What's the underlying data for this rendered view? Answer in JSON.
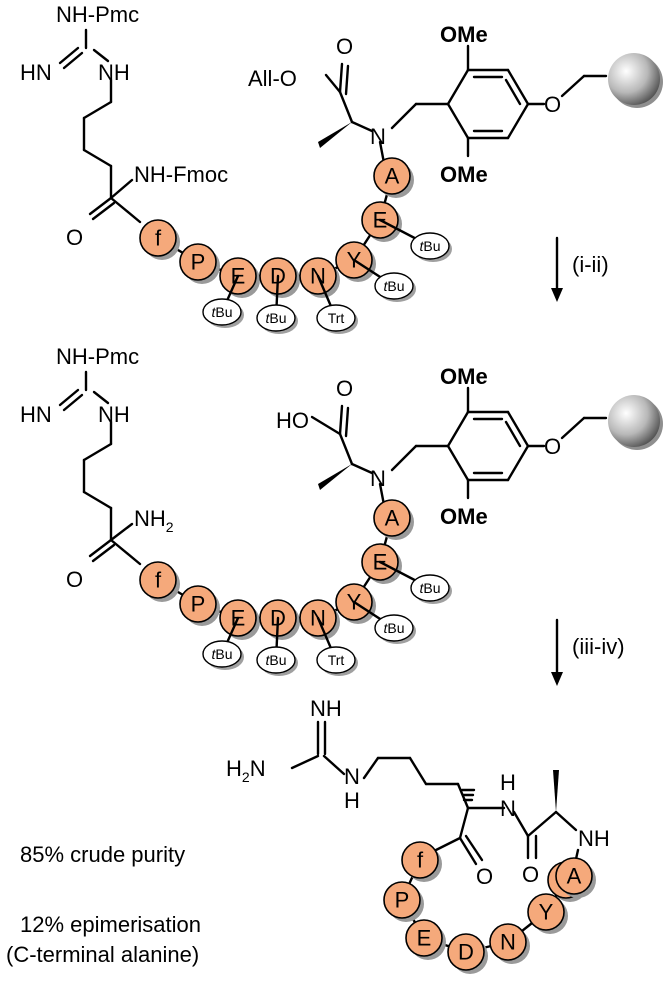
{
  "colors": {
    "residue_fill": "#f5a97b",
    "bead_dark": "#444444",
    "bead_light": "#ffffff"
  },
  "structure1": {
    "nh_pmc": "NH-Pmc",
    "hn": "HN",
    "nh": "NH",
    "nh_fmoc": "NH-Fmoc",
    "carbonyl_o": "O",
    "ester_o": "O",
    "all_o": "All-O",
    "n": "N",
    "ome_top": "OMe",
    "ome_bottom": "OMe",
    "ether_o": "O",
    "residues": [
      "f",
      "P",
      "E",
      "D",
      "N",
      "Y",
      "E",
      "A"
    ],
    "protecting_groups": [
      {
        "italic": "t",
        "rest": "Bu"
      },
      {
        "italic": "t",
        "rest": "Bu"
      },
      {
        "italic": "",
        "rest": "Trt"
      },
      {
        "italic": "t",
        "rest": "Bu"
      },
      {
        "italic": "t",
        "rest": "Bu"
      }
    ]
  },
  "structure2": {
    "nh_pmc": "NH-Pmc",
    "hn": "HN",
    "nh": "NH",
    "nh2_main": "NH",
    "nh2_sub": "2",
    "carbonyl_o": "O",
    "acid_o": "O",
    "ho": "HO",
    "n": "N",
    "ome_top": "OMe",
    "ome_bottom": "OMe",
    "ether_o": "O",
    "residues": [
      "f",
      "P",
      "E",
      "D",
      "N",
      "Y",
      "E",
      "A"
    ],
    "protecting_groups": [
      {
        "italic": "t",
        "rest": "Bu"
      },
      {
        "italic": "t",
        "rest": "Bu"
      },
      {
        "italic": "",
        "rest": "Trt"
      },
      {
        "italic": "t",
        "rest": "Bu"
      },
      {
        "italic": "t",
        "rest": "Bu"
      }
    ]
  },
  "structure3": {
    "nh_top": "NH",
    "h2n_main": "H",
    "h2n_sub": "2",
    "h2n_n": "N",
    "guan_n": "N",
    "guan_h": "H",
    "amide_h": "H",
    "amide_n": "N",
    "amide_o1": "O",
    "amide_o2": "O",
    "nh_ring": "NH",
    "residues": [
      "f",
      "P",
      "E",
      "D",
      "N",
      "Y",
      "E",
      "A"
    ]
  },
  "arrows": {
    "step1": "(i-ii)",
    "step2": "(iii-iv)"
  },
  "notes": {
    "purity": "85% crude purity",
    "epimerisation": "12% epimerisation",
    "epimerisation_detail": "(C-terminal alanine)"
  }
}
